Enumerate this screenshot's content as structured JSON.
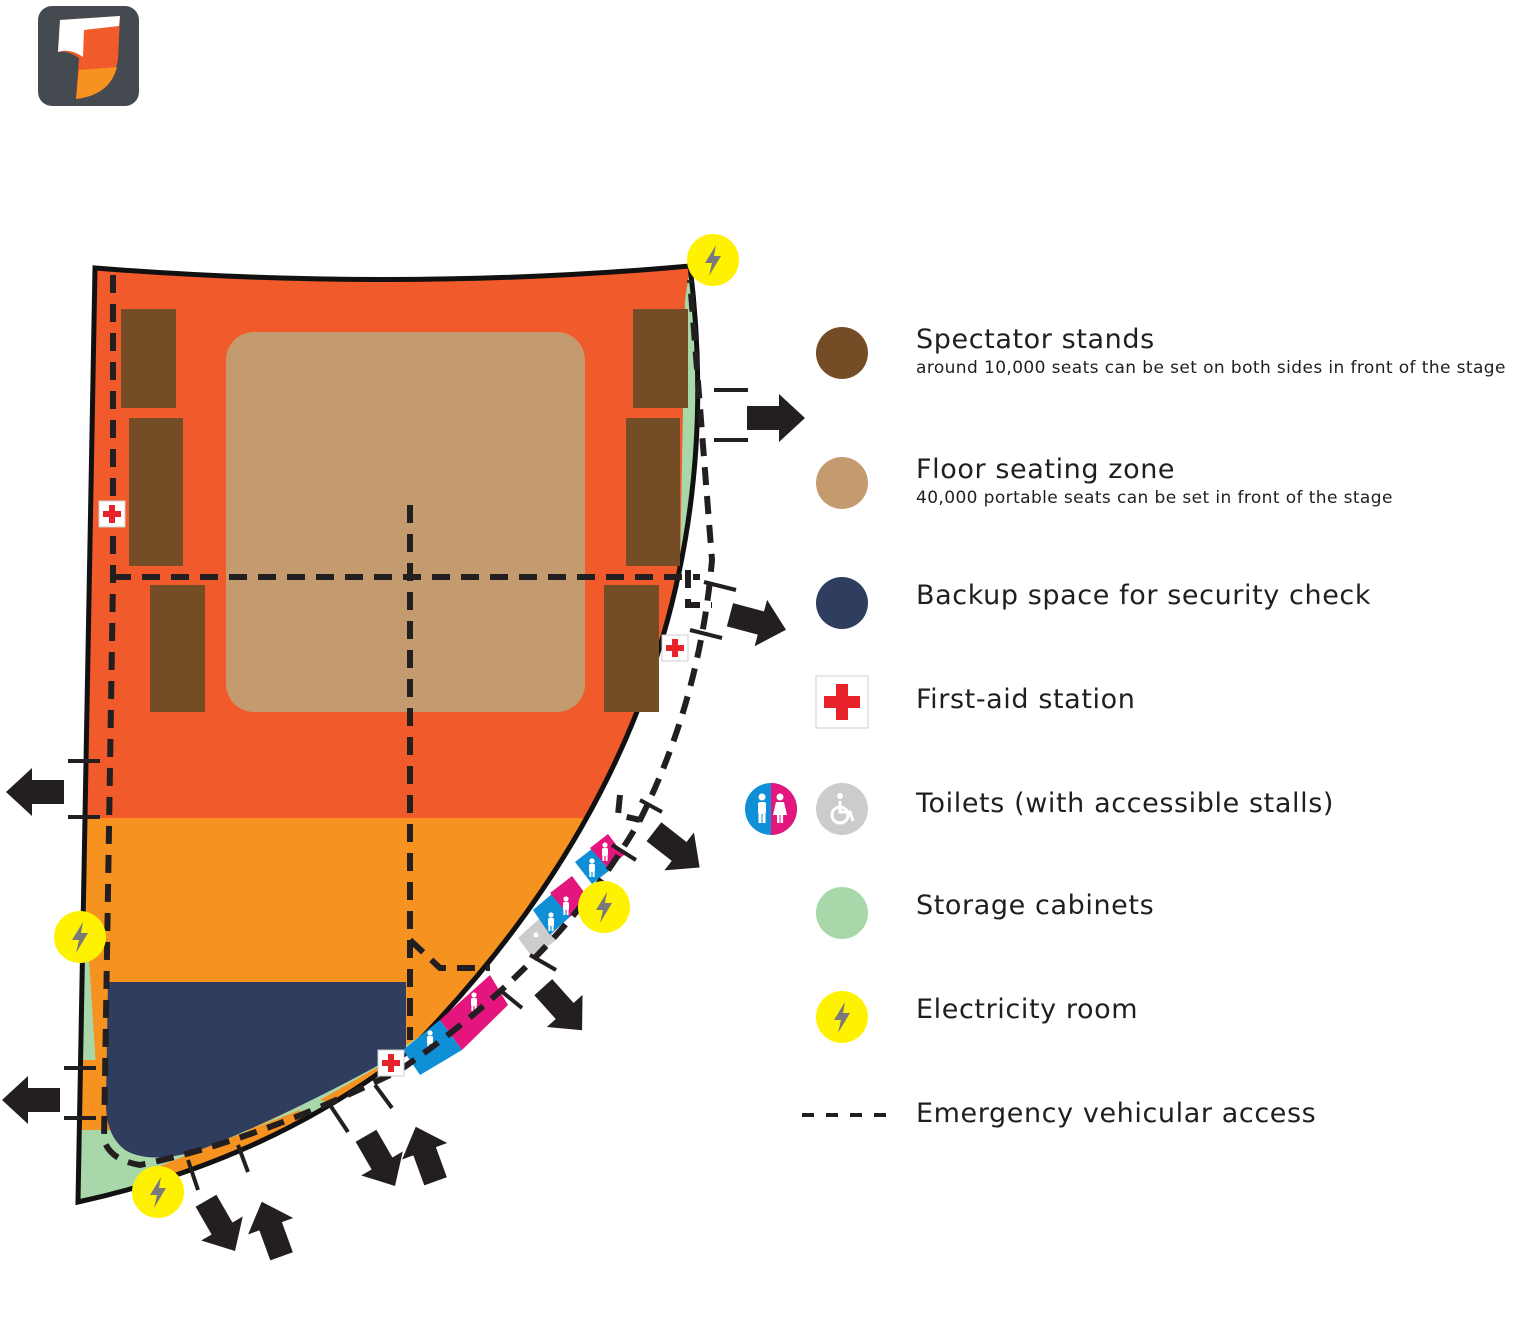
{
  "colors": {
    "spectator_stands": "#744c26",
    "floor_seating": "#c49a6f",
    "security_backup": "#2f3d5f",
    "first_aid": "#e8222a",
    "toilet_male": "#0f8fd6",
    "toilet_female": "#e5157e",
    "accessible": "#cccccc",
    "storage": "#a8d8aa",
    "electricity": "#fff200",
    "venue_upper": "#f15a2a",
    "venue_lower": "#f6921f",
    "app_icon_bg": "#454a50"
  },
  "legend": [
    {
      "id": "spectator",
      "title": "Spectator stands",
      "subtitle": "around 10,000 seats can be set on both sides in front of the stage",
      "icon": "brown-circle-icon"
    },
    {
      "id": "floor",
      "title": "Floor seating zone",
      "subtitle": "40,000 portable seats can be set in front of the stage",
      "icon": "tan-circle-icon"
    },
    {
      "id": "security",
      "title": "Backup space for security check",
      "subtitle": "",
      "icon": "navy-circle-icon"
    },
    {
      "id": "firstaid",
      "title": "First-aid station",
      "subtitle": "",
      "icon": "first-aid-icon"
    },
    {
      "id": "toilets",
      "title": "Toilets (with accessible stalls)",
      "subtitle": "",
      "icon": "toilet-icon"
    },
    {
      "id": "storage",
      "title": "Storage cabinets",
      "subtitle": "",
      "icon": "green-circle-icon"
    },
    {
      "id": "electricity",
      "title": "Electricity room",
      "subtitle": "",
      "icon": "lightning-icon"
    },
    {
      "id": "access",
      "title": "Emergency vehicular access",
      "subtitle": "",
      "icon": "dashed-line-icon"
    }
  ]
}
